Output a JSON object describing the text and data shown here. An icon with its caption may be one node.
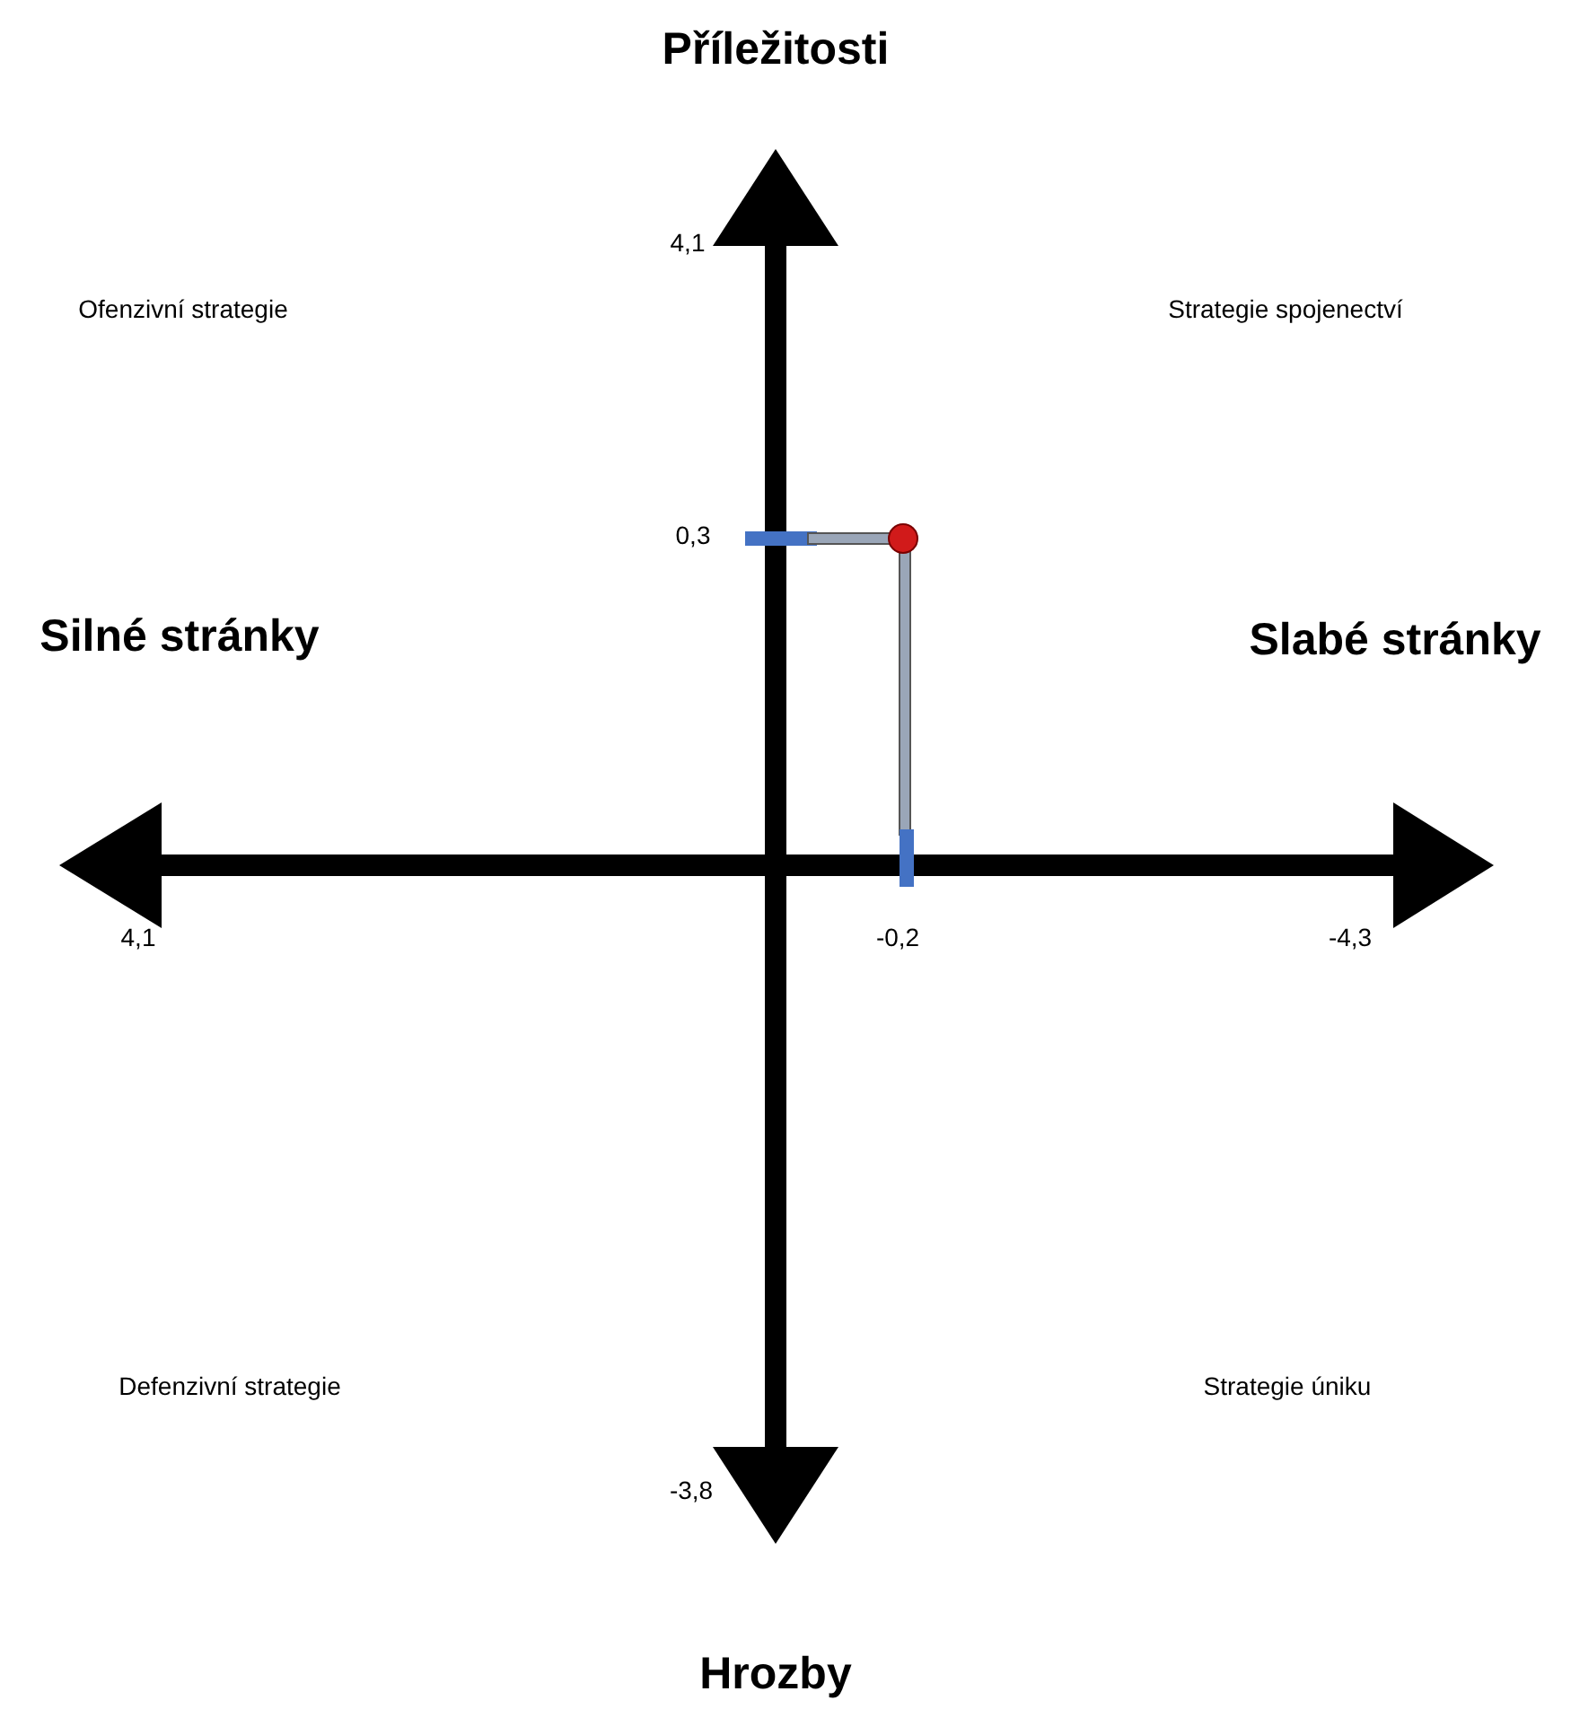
{
  "diagram": {
    "labels": [
      "Příležitosti",
      "4,1",
      "Ofenzivní strategie",
      "Strategie spojenectví",
      "0,3",
      "Silné stránky",
      "Slabé stránky",
      "4,1",
      "-0,2",
      "-4,3",
      "Defenzivní strategie",
      "Strategie úniku",
      "-3,8",
      "Hrozby"
    ]
  }
}
